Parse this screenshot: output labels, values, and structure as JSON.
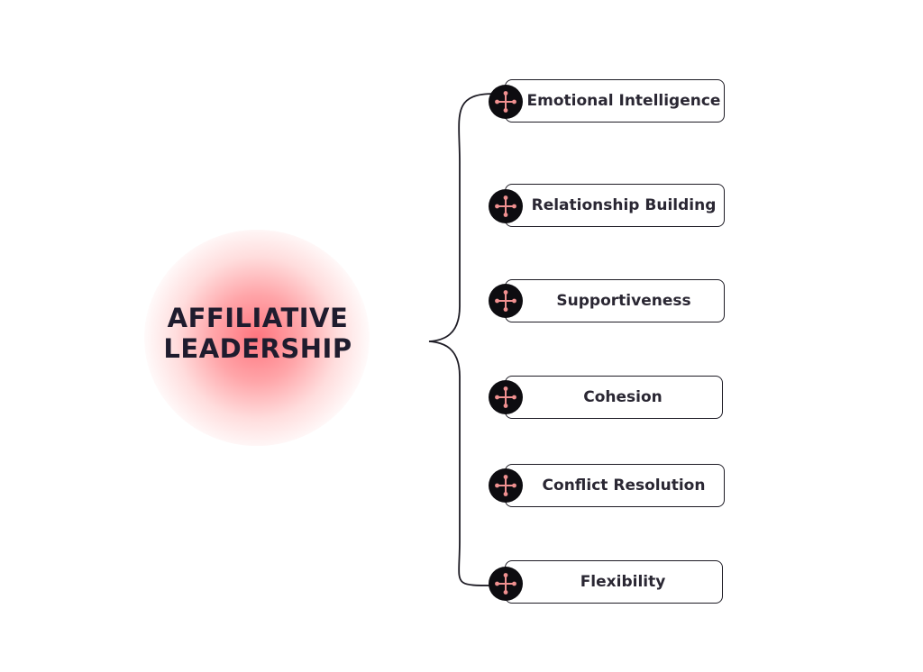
{
  "title_lines": [
    "AFFILIATIVE",
    "LEADERSHIP"
  ],
  "items": [
    {
      "label": "Emotional Intelligence"
    },
    {
      "label": "Relationship Building"
    },
    {
      "label": "Supportiveness"
    },
    {
      "label": "Cohesion"
    },
    {
      "label": "Conflict Resolution"
    },
    {
      "label": "Flexibility"
    }
  ],
  "colors": {
    "glow": "#ff6e78",
    "icon_bg": "#0d0c10",
    "icon_glyph": "#f09090",
    "text": "#1f1c2e",
    "line": "#1d1b24"
  }
}
